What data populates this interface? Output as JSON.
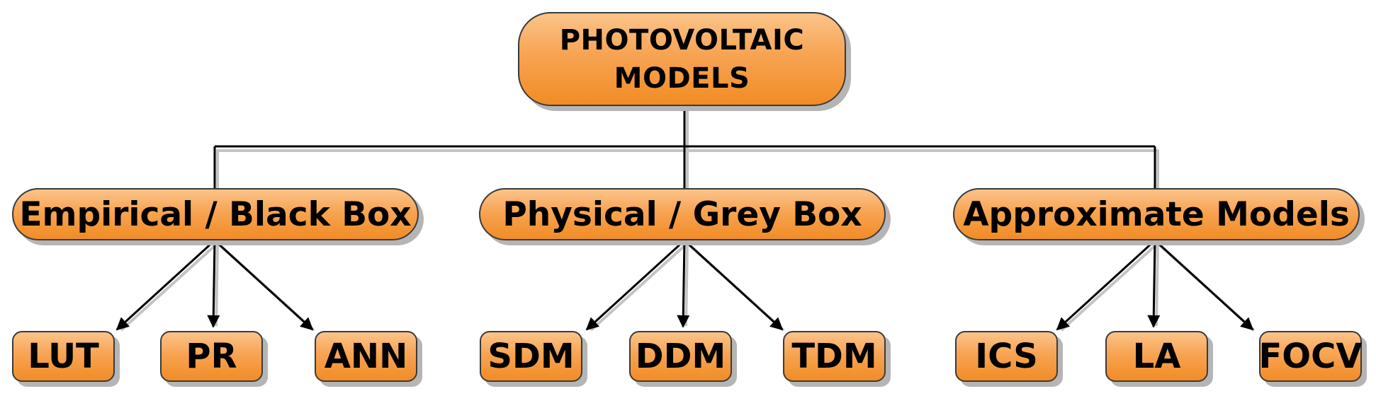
{
  "root": {
    "line1": "PHOTOVOLTAIC",
    "line2": "MODELS"
  },
  "categories": [
    {
      "label": "Empirical / Black Box",
      "children": [
        "LUT",
        "PR",
        "ANN"
      ]
    },
    {
      "label": "Physical / Grey Box",
      "children": [
        "SDM",
        "DDM",
        "TDM"
      ]
    },
    {
      "label": "Approximate Models",
      "children": [
        "ICS",
        "LA",
        "FOCV"
      ]
    }
  ],
  "colors": {
    "box_fill_top": "#fbc48a",
    "box_fill_bottom": "#f18c25",
    "box_border": "#3a3a3a",
    "shadow": "#b5b5b5",
    "connector": "#000000"
  }
}
